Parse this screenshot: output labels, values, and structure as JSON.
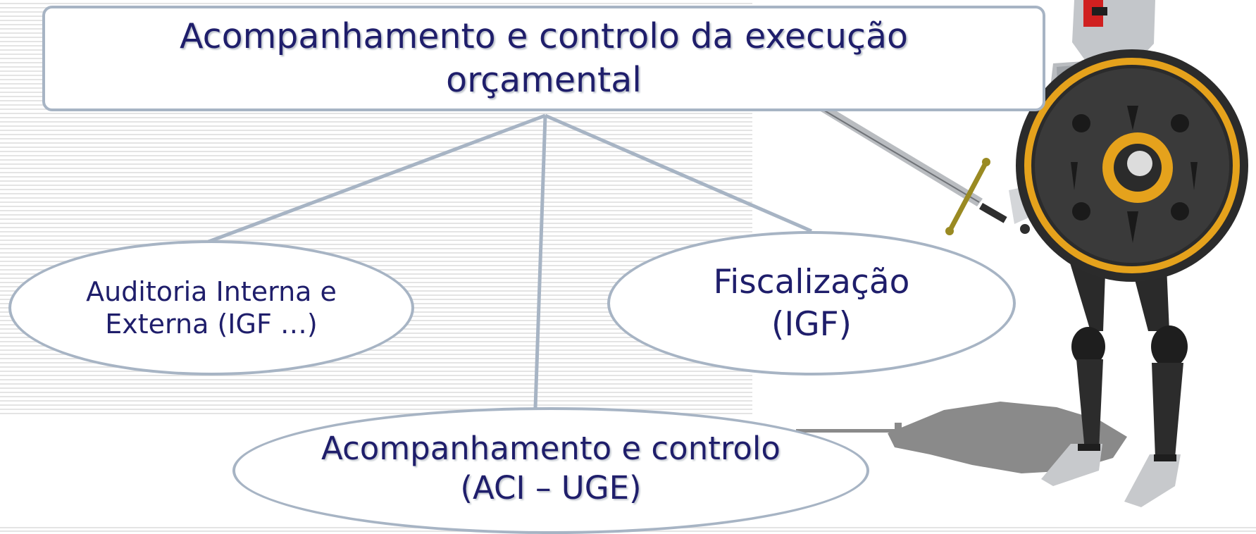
{
  "diagram": {
    "root": {
      "label": "Acompanhamento e controlo da execução orçamental"
    },
    "children": [
      {
        "id": "left",
        "label": "Auditoria Interna e Externa (IGF …)"
      },
      {
        "id": "right",
        "label": "Fiscalização (IGF)"
      },
      {
        "id": "bottom",
        "label": "Acompanhamento e controlo (ACI – UGE)"
      }
    ]
  },
  "illustration": {
    "subject": "knight-with-sword-and-shield",
    "colors": {
      "armor": "#b9bcc0",
      "armor_dark": "#1e1e1e",
      "shield": "#2b2b2b",
      "shield_ring": "#e5a21c",
      "plume": "#d02020",
      "shadow": "#8a8a8a"
    }
  },
  "colors": {
    "text": "#1f1e6b",
    "outline": "#a7b4c4",
    "stripe": "#e4e4e4"
  }
}
